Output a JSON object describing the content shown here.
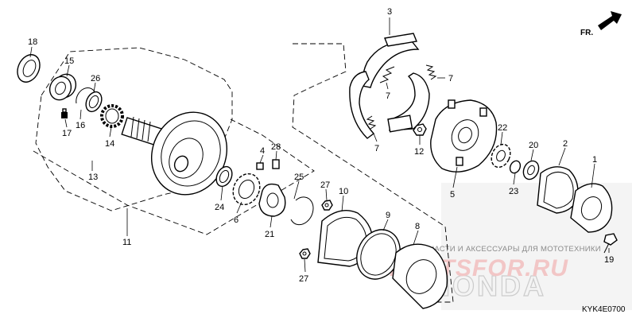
{
  "direction_label": "FR.",
  "diagram_code": "KYK4E0700",
  "watermark": {
    "caption": "ЗАПЧАСТИ И АКСЕССУАРЫ ДЛЯ МОТОТЕХНИКИ",
    "site": "PARTSFOR.RU",
    "brand": "HONDA"
  },
  "callouts": {
    "p1": "1",
    "p2": "2",
    "p3": "3",
    "p4": "4",
    "p5": "5",
    "p6": "6",
    "p7a": "7",
    "p7b": "7",
    "p7c": "7",
    "p8": "8",
    "p9": "9",
    "p10": "10",
    "p11": "11",
    "p12": "12",
    "p13": "13",
    "p14": "14",
    "p15": "15",
    "p16": "16",
    "p17": "17",
    "p18": "18",
    "p19": "19",
    "p20": "20",
    "p21": "21",
    "p22": "22",
    "p23": "23",
    "p24": "24",
    "p25": "25",
    "p26": "26",
    "p27a": "27",
    "p27b": "27",
    "p28": "28"
  }
}
